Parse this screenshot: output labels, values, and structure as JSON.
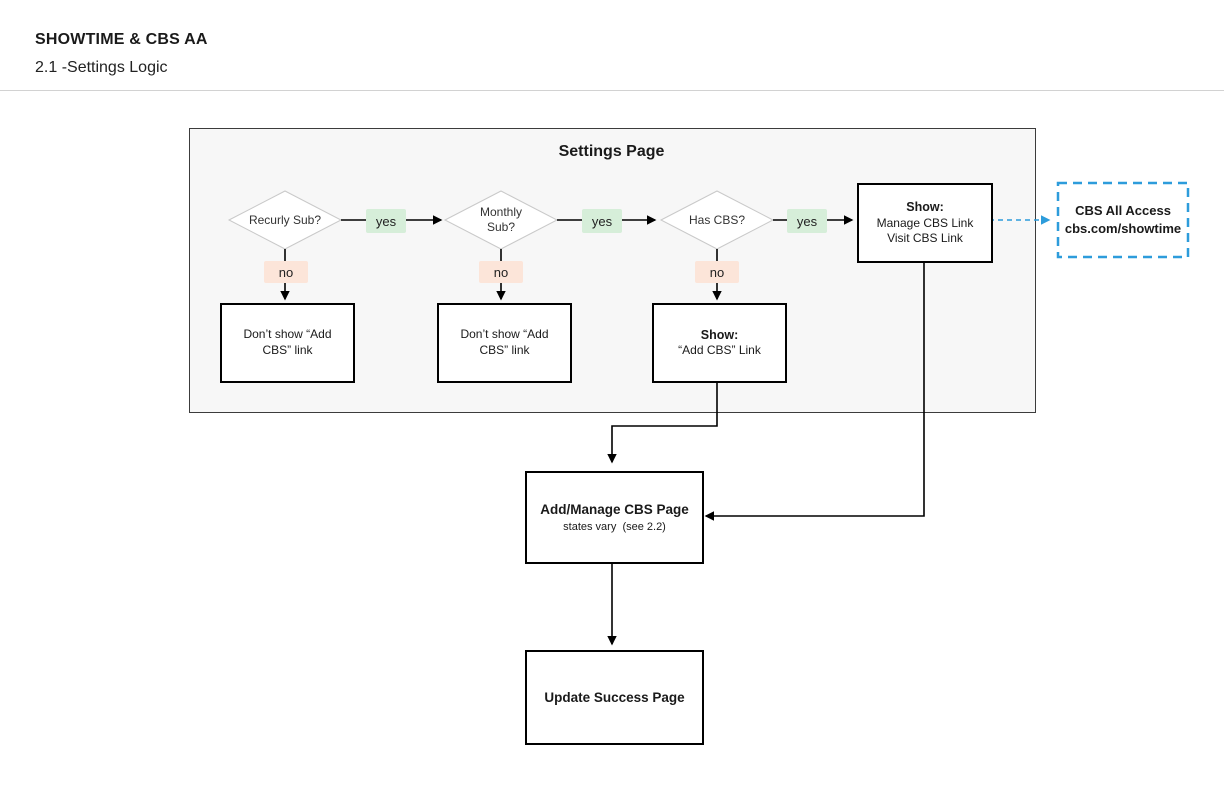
{
  "header": {
    "title": "SHOWTIME & CBS AA",
    "subtitle": "2.1 -Settings Logic"
  },
  "panel": {
    "title": "Settings Page"
  },
  "decisions": {
    "recurly": "Recurly Sub?",
    "monthly": "Monthly\nSub?",
    "has_cbs": "Has CBS?"
  },
  "labels": {
    "yes": "yes",
    "no": "no"
  },
  "boxes": {
    "show_manage": {
      "heading": "Show:",
      "body": "Manage CBS Link\nVisit CBS Link"
    },
    "dont_show_1": "Don’t show “Add\nCBS” link",
    "dont_show_2": "Don’t show “Add\nCBS” link",
    "show_add": {
      "heading": "Show:",
      "body": "“Add CBS” Link"
    },
    "external": "CBS All Access\ncbs.com/showtime",
    "add_manage": {
      "title": "Add/Manage CBS Page",
      "note": "states vary  (see 2.2)"
    },
    "update_success": "Update Success Page"
  },
  "colors": {
    "yes_badge": "#d6eed9",
    "no_badge": "#fce5d9",
    "external_blue": "#2d9cdb"
  }
}
